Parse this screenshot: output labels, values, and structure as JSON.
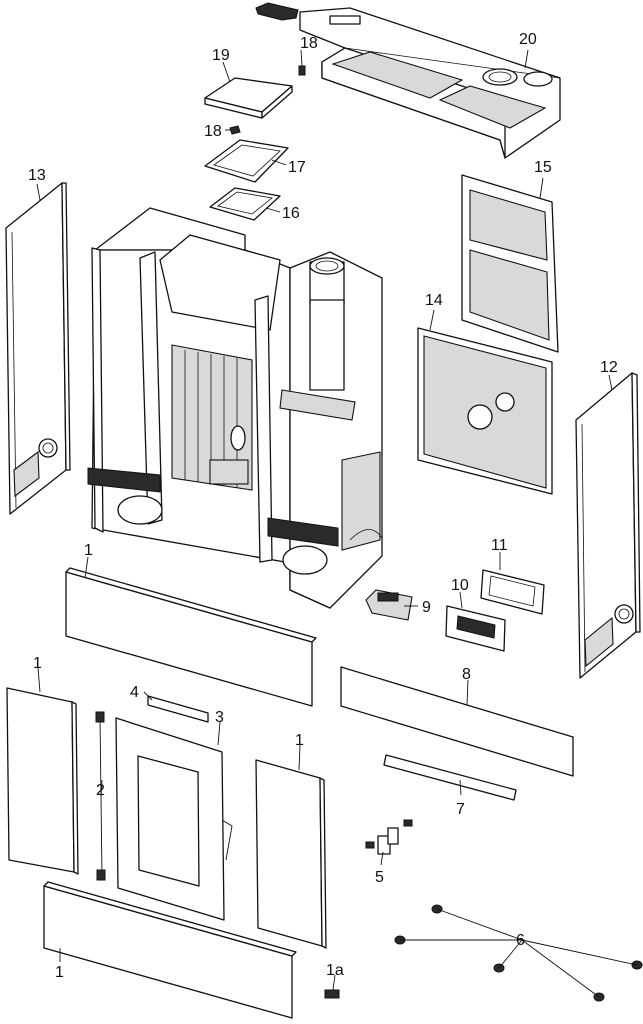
{
  "labels": [
    {
      "key": "p20",
      "text": "20"
    },
    {
      "key": "p19",
      "text": "19"
    },
    {
      "key": "p18a",
      "text": "18"
    },
    {
      "key": "p18b",
      "text": "18"
    },
    {
      "key": "p17",
      "text": "17"
    },
    {
      "key": "p16",
      "text": "16"
    },
    {
      "key": "p15",
      "text": "15"
    },
    {
      "key": "p14",
      "text": "14"
    },
    {
      "key": "p13",
      "text": "13"
    },
    {
      "key": "p12",
      "text": "12"
    },
    {
      "key": "p11",
      "text": "11"
    },
    {
      "key": "p10",
      "text": "10"
    },
    {
      "key": "p9",
      "text": "9"
    },
    {
      "key": "p8",
      "text": "8"
    },
    {
      "key": "p7",
      "text": "7"
    },
    {
      "key": "p6",
      "text": "6"
    },
    {
      "key": "p5",
      "text": "5"
    },
    {
      "key": "p4",
      "text": "4"
    },
    {
      "key": "p3",
      "text": "3"
    },
    {
      "key": "p2",
      "text": "2"
    },
    {
      "key": "p1a",
      "text": "1"
    },
    {
      "key": "p1b",
      "text": "1"
    },
    {
      "key": "p1c",
      "text": "1"
    },
    {
      "key": "p1d",
      "text": "1"
    },
    {
      "key": "p1e",
      "text": "1a"
    }
  ]
}
